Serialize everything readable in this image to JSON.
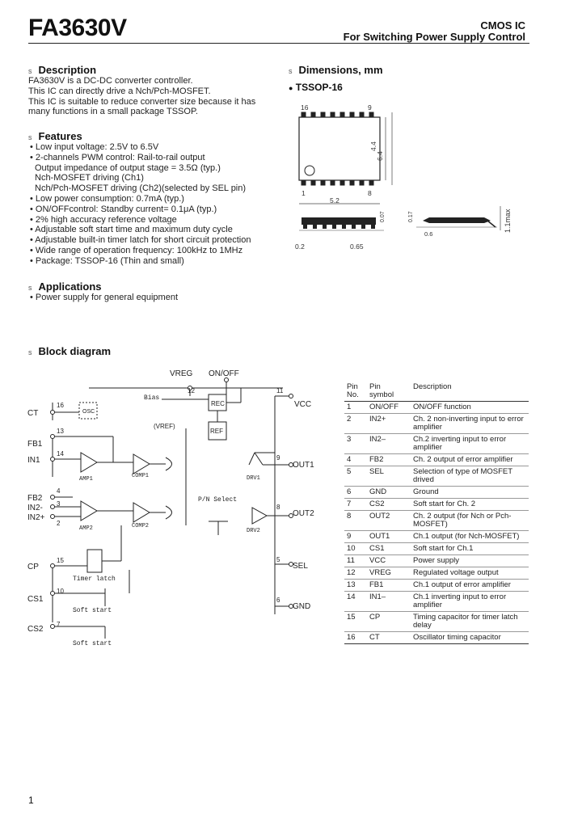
{
  "header": {
    "title": "FA3630V",
    "category": "CMOS IC",
    "subtitle": "For Switching Power Supply Control"
  },
  "description": {
    "heading": "Description",
    "lines": [
      "FA3630V is a DC-DC converter controller.",
      "This IC can directly drive a Nch/Pch-MOSFET.",
      "This IC is suitable to reduce converter size because it has",
      "many functions in a small package TSSOP."
    ]
  },
  "features": {
    "heading": "Features",
    "lines": [
      "• Low input voltage: 2.5V to 6.5V",
      "• 2-channels PWM control: Rail-to-rail output",
      "  Output impedance of output stage = 3.5Ω (typ.)",
      "  Nch-MOSFET driving (Ch1)",
      "  Nch/Pch-MOSFET driving (Ch2)(selected by SEL pin)",
      "• Low power consumption: 0.7mA (typ.)",
      "• ON/OFFcontrol: Standby current= 0.1μA (typ.)",
      "• 2% high accuracy reference voltage",
      "• Adjustable soft start time and maximum duty cycle",
      "• Adjustable built-in timer latch for short circuit protection",
      "• Wide range of operation frequency: 100kHz to 1MHz",
      "• Package: TSSOP-16 (Thin and small)"
    ]
  },
  "applications": {
    "heading": "Applications",
    "lines": [
      "• Power supply for general equipment"
    ]
  },
  "dimensions": {
    "heading": "Dimensions, mm",
    "package": "TSSOP-16",
    "labels": {
      "pin16": "16",
      "pin9": "9",
      "pin1": "1",
      "pin8": "8",
      "len": "5.2",
      "w1": "4.4",
      "w2": "6.4",
      "t1": "0.07",
      "t2": "0.17",
      "h": "1.1max",
      "lead": "0.6",
      "pitch": "0.65",
      "lw": "0.2"
    }
  },
  "block_diagram": {
    "heading": "Block diagram",
    "labels": {
      "vreg": "VREG",
      "onoff": "ON/OFF",
      "n12": "12",
      "n11": "11",
      "vcc": "VCC",
      "bias": "Bias",
      "rec": "REC",
      "ref": "REF",
      "vrefl": "(VREF)",
      "osc": "OSC",
      "ct": "CT",
      "n16": "16",
      "fb1": "FB1",
      "n13": "13",
      "in1": "IN1",
      "n14": "14",
      "amp1": "AMP1",
      "comp1": "COMP1",
      "drv1": "DRV1",
      "out1": "OUT1",
      "n9": "9",
      "fb2": "FB2",
      "n4": "4",
      "in2m": "IN2-",
      "n3": "3",
      "in2p": "IN2+",
      "n2": "2",
      "amp2": "AMP2",
      "comp2": "COMP2",
      "drv2": "DRV2",
      "out2": "OUT2",
      "n8": "8",
      "pnsel": "P/N Select",
      "sel": "SEL",
      "n5": "5",
      "cp": "CP",
      "n15": "15",
      "timer": "Timer latch",
      "cs1": "CS1",
      "n10": "10",
      "soft1": "Soft start",
      "gnd": "GND",
      "n6": "6",
      "cs2": "CS2",
      "n7": "7",
      "soft2": "Soft start"
    }
  },
  "pin_table": {
    "headers": [
      "Pin\nNo.",
      "Pin\nsymbol",
      "Description"
    ],
    "rows": [
      [
        "1",
        "ON/OFF",
        "ON/OFF function"
      ],
      [
        "2",
        "IN2+",
        "Ch. 2 non-inverting input to error amplifier"
      ],
      [
        "3",
        "IN2–",
        "Ch.2 inverting input to error amplifier"
      ],
      [
        "4",
        "FB2",
        "Ch. 2 output of error amplifier"
      ],
      [
        "5",
        "SEL",
        "Selection of type of MOSFET drived"
      ],
      [
        "6",
        "GND",
        "Ground"
      ],
      [
        "7",
        "CS2",
        "Soft start for Ch. 2"
      ],
      [
        "8",
        "OUT2",
        "Ch. 2 output (for Nch or Pch-MOSFET)"
      ],
      [
        "9",
        "OUT1",
        "Ch.1 output (for Nch-MOSFET)"
      ],
      [
        "10",
        "CS1",
        "Soft start for Ch.1"
      ],
      [
        "11",
        "VCC",
        "Power supply"
      ],
      [
        "12",
        "VREG",
        "Regulated voltage output"
      ],
      [
        "13",
        "FB1",
        "Ch.1 output of error amplifier"
      ],
      [
        "14",
        "IN1–",
        "Ch.1 inverting input to error amplifier"
      ],
      [
        "15",
        "CP",
        "Timing capacitor for timer latch delay"
      ],
      [
        "16",
        "CT",
        "Oscillator timing capacitor"
      ]
    ]
  },
  "page_number": "1"
}
